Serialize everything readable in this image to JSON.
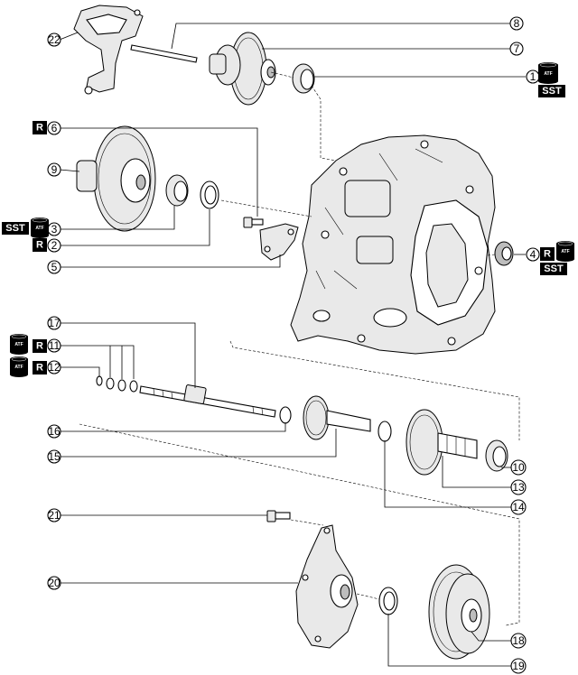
{
  "callouts": [
    {
      "n": "1"
    },
    {
      "n": "2"
    },
    {
      "n": "3"
    },
    {
      "n": "4"
    },
    {
      "n": "5"
    },
    {
      "n": "6"
    },
    {
      "n": "7"
    },
    {
      "n": "8"
    },
    {
      "n": "9"
    },
    {
      "n": "10"
    },
    {
      "n": "11"
    },
    {
      "n": "12"
    },
    {
      "n": "13"
    },
    {
      "n": "14"
    },
    {
      "n": "15"
    },
    {
      "n": "16"
    },
    {
      "n": "17"
    },
    {
      "n": "18"
    },
    {
      "n": "19"
    },
    {
      "n": "20"
    },
    {
      "n": "21"
    },
    {
      "n": "22"
    }
  ],
  "badges": {
    "sst": "SST",
    "r": "R",
    "atf": "ATF"
  }
}
